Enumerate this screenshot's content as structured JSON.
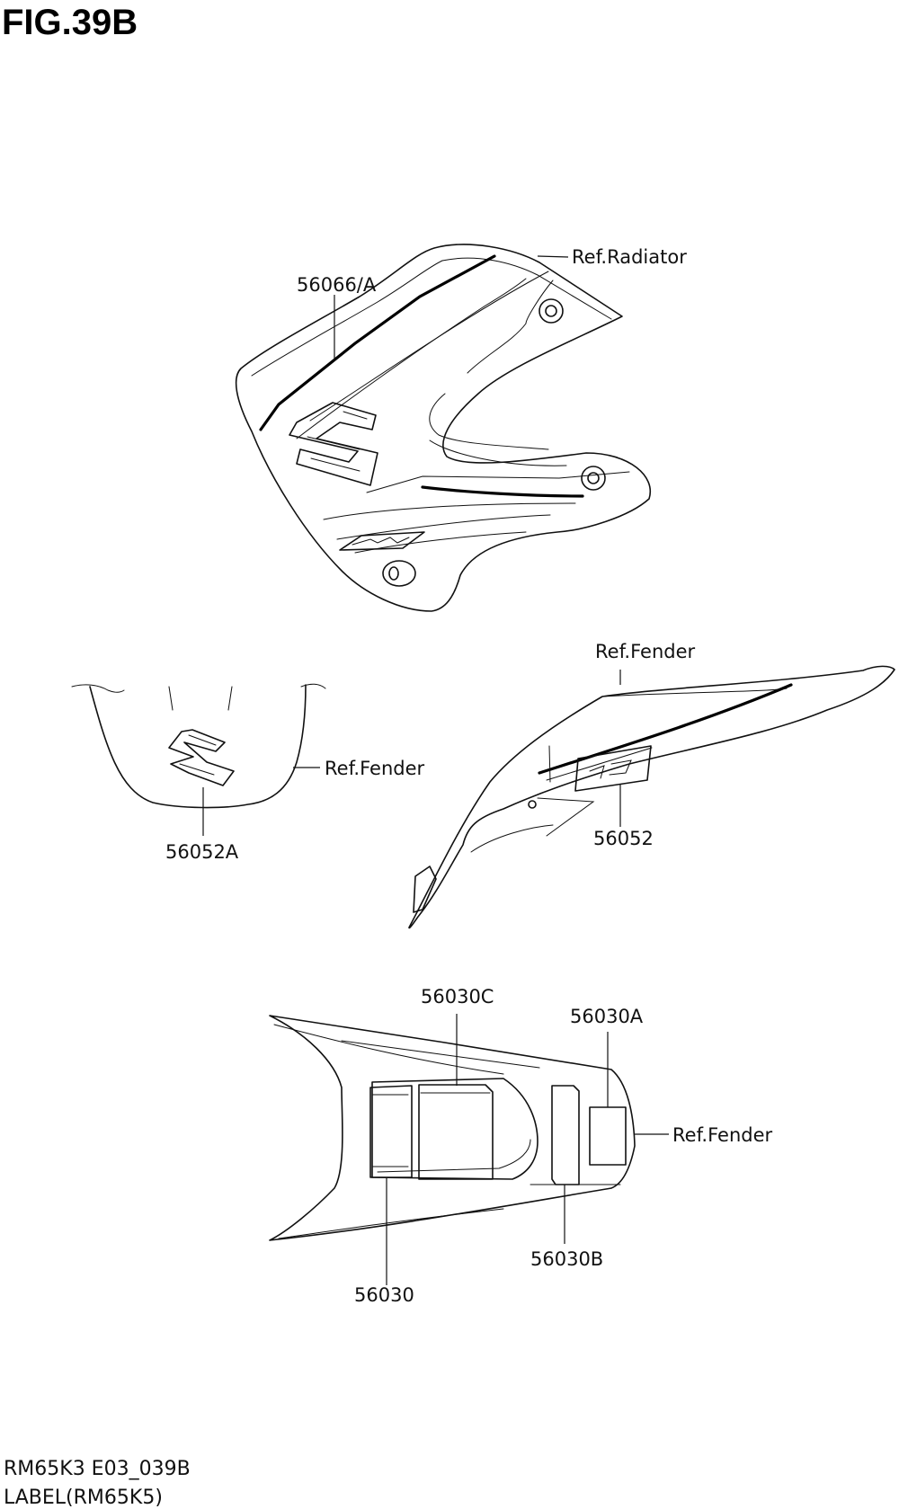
{
  "figure": {
    "title": "FIG.39B"
  },
  "radiator_group": {
    "part_label": "56066/A",
    "ref_label": "Ref.Radiator"
  },
  "front_fender_group": {
    "part_label": "56052A",
    "ref_label": "Ref.Fender"
  },
  "side_fender_group": {
    "part_label": "56052",
    "ref_label": "Ref.Fender"
  },
  "rear_fender_group": {
    "labels": [
      "56030C",
      "56030A",
      "56030",
      "56030B"
    ],
    "ref_label": "Ref.Fender"
  },
  "footer": {
    "code": "RM65K3 E03_039B",
    "caption": "LABEL(RM65K5)"
  }
}
